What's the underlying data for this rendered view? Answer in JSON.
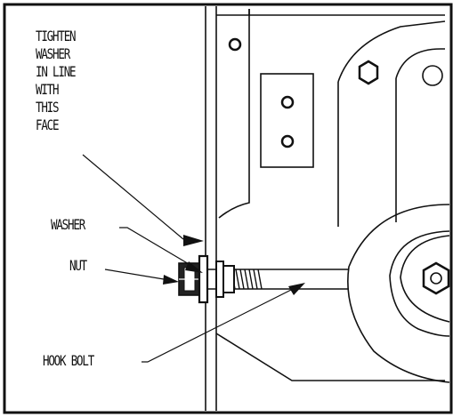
{
  "labels": {
    "tighten_line1": "TIGHTEN",
    "tighten_line2": "WASHER",
    "tighten_line3": "IN LINE",
    "tighten_line4": "WITH",
    "tighten_line5": "THIS",
    "tighten_line6": "FACE",
    "washer": "WASHER",
    "nut": "NUT",
    "hook_bolt": "HOOK BOLT"
  },
  "colors": {
    "ink": "#111111",
    "paper": "#ffffff"
  }
}
